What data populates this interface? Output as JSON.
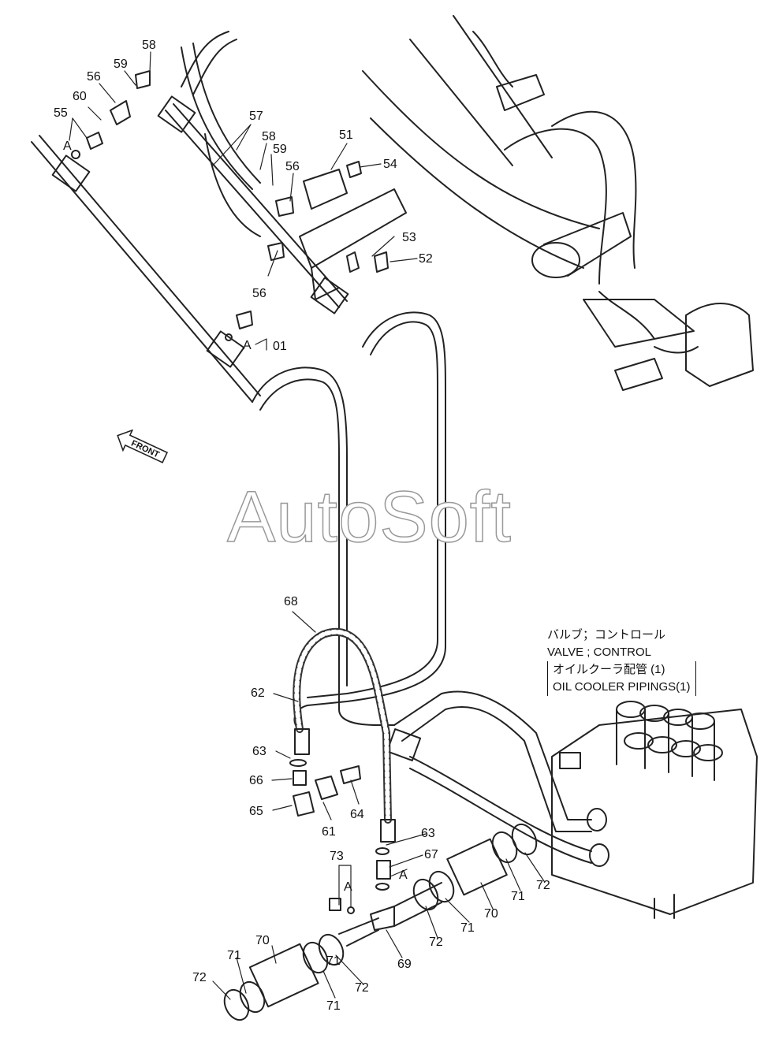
{
  "watermark": "AutoSoft",
  "front_label": "FRONT",
  "title": {
    "jp_line1": "バルブ；コントロール",
    "en_line1": "VALVE ; CONTROL",
    "jp_line2": "オイルクーラ配管 (1)",
    "en_line2": "OIL COOLER PIPINGS(1)"
  },
  "callouts": [
    {
      "id": "c58a",
      "text": "58"
    },
    {
      "id": "c59a",
      "text": "59"
    },
    {
      "id": "c56a",
      "text": "56"
    },
    {
      "id": "c60",
      "text": "60"
    },
    {
      "id": "c55",
      "text": "55"
    },
    {
      "id": "cAa",
      "text": "A"
    },
    {
      "id": "c57",
      "text": "57"
    },
    {
      "id": "c58b",
      "text": "58"
    },
    {
      "id": "c59b",
      "text": "59"
    },
    {
      "id": "c56b",
      "text": "56"
    },
    {
      "id": "c51",
      "text": "51"
    },
    {
      "id": "c54",
      "text": "54"
    },
    {
      "id": "c53",
      "text": "53"
    },
    {
      "id": "c52",
      "text": "52"
    },
    {
      "id": "c56c",
      "text": "56"
    },
    {
      "id": "cAb",
      "text": "A"
    },
    {
      "id": "c01",
      "text": "01"
    },
    {
      "id": "c68",
      "text": "68"
    },
    {
      "id": "c62",
      "text": "62"
    },
    {
      "id": "c63a",
      "text": "63"
    },
    {
      "id": "c66",
      "text": "66"
    },
    {
      "id": "c65",
      "text": "65"
    },
    {
      "id": "c61",
      "text": "61"
    },
    {
      "id": "c64",
      "text": "64"
    },
    {
      "id": "c63b",
      "text": "63"
    },
    {
      "id": "c67",
      "text": "67"
    },
    {
      "id": "cAc",
      "text": "A"
    },
    {
      "id": "c73",
      "text": "73"
    },
    {
      "id": "cAd",
      "text": "A"
    },
    {
      "id": "c71a",
      "text": "71"
    },
    {
      "id": "c72a",
      "text": "72"
    },
    {
      "id": "c70a",
      "text": "70"
    },
    {
      "id": "c71b",
      "text": "71"
    },
    {
      "id": "c72b",
      "text": "72"
    },
    {
      "id": "c71c",
      "text": "71"
    },
    {
      "id": "c69",
      "text": "69"
    },
    {
      "id": "c70b",
      "text": "70"
    },
    {
      "id": "c71d",
      "text": "71"
    },
    {
      "id": "c72c",
      "text": "72"
    },
    {
      "id": "c71e",
      "text": "71"
    },
    {
      "id": "c72d",
      "text": "72"
    }
  ]
}
